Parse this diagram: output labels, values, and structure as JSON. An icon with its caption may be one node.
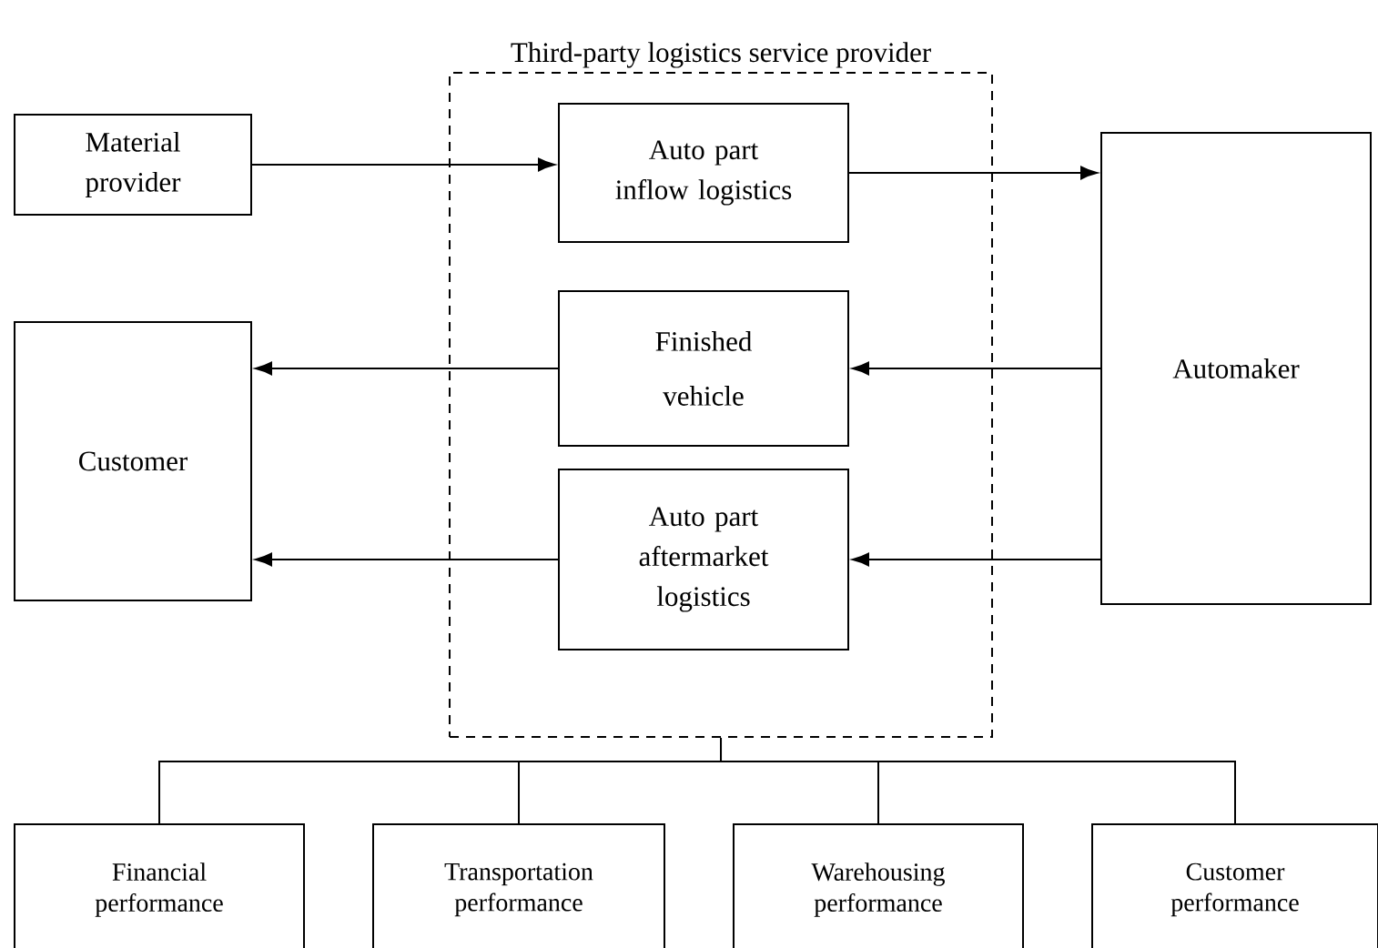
{
  "diagram": {
    "nodes": [
      {
        "text": [
          "Third-party logistics service provider"
        ]
      },
      {
        "text": [
          "Material provider"
        ]
      },
      {
        "text": [
          "Auto part inflow logistics"
        ],
        "in": 0
      },
      {
        "text": [
          "Finished vehicle"
        ],
        "in": 0
      },
      {
        "text": [
          "Auto part aftermarket logistics"
        ],
        "in": 0
      },
      {
        "text": [
          "Customer"
        ]
      },
      {
        "text": [
          "Automaker"
        ]
      },
      {
        "text": [
          "Financial performance"
        ]
      },
      {
        "text": [
          "Transportation performance"
        ]
      },
      {
        "text": [
          "Warehousing performance"
        ]
      },
      {
        "text": [
          "Customer performance"
        ]
      }
    ],
    "edges": [
      {
        "from": 1,
        "to": 2,
        "arrow": "to"
      },
      {
        "from": 2,
        "to": 6,
        "arrow": "to"
      },
      {
        "from": 6,
        "to": 3,
        "arrow": "to"
      },
      {
        "from": 3,
        "to": 5,
        "arrow": "to"
      },
      {
        "from": 6,
        "to": 4,
        "arrow": "to"
      },
      {
        "from": 4,
        "to": 5,
        "arrow": "to"
      },
      {
        "from": 0,
        "to": 7,
        "arrow": "none"
      },
      {
        "from": 0,
        "to": 8,
        "arrow": "none"
      },
      {
        "from": 0,
        "to": 9,
        "arrow": "none"
      },
      {
        "from": 0,
        "to": 10,
        "arrow": "none"
      }
    ]
  }
}
